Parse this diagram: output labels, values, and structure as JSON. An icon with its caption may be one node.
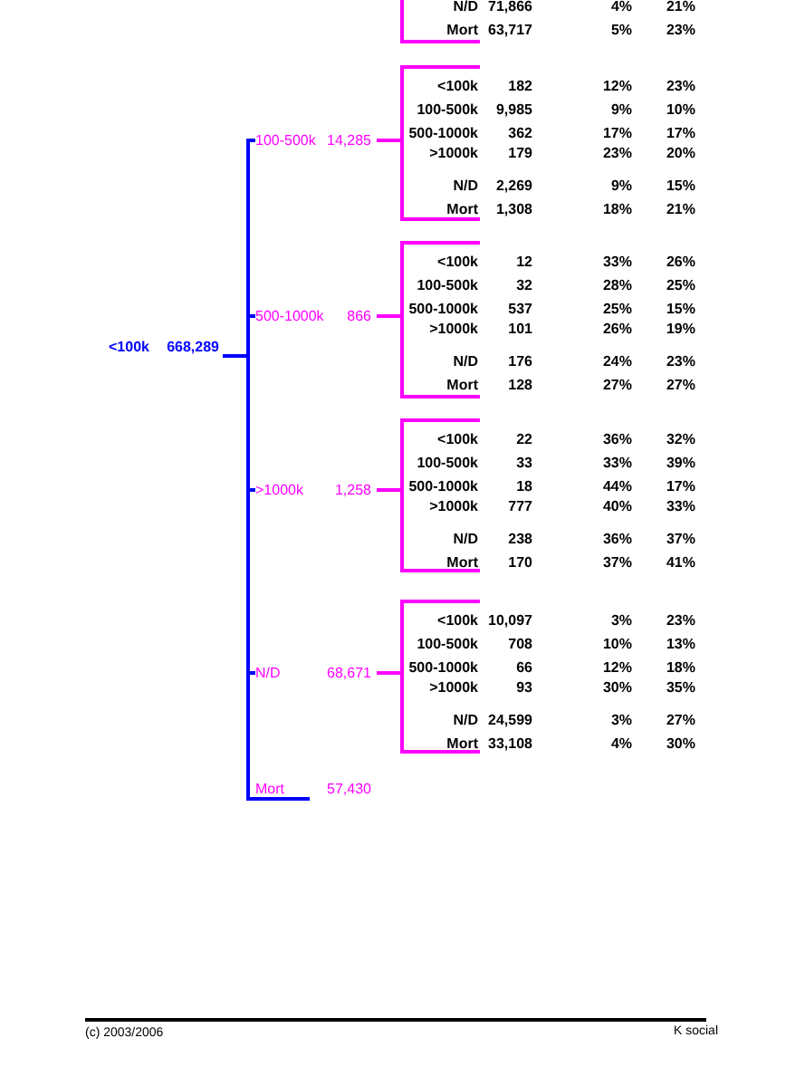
{
  "diagram": {
    "nodes": [
      {
        "text": [
          "<100k",
          "668,289"
        ]
      },
      {
        "text": [],
        "shape": "bracket"
      },
      {
        "text": [
          "N/D",
          "71,866",
          "4%",
          "21%"
        ],
        "in": 1
      },
      {
        "text": [
          "Mort",
          "63,717",
          "5%",
          "23%"
        ],
        "in": 1
      },
      {
        "text": [
          "100-500k",
          "14,285"
        ]
      },
      {
        "text": [],
        "shape": "bracket"
      },
      {
        "text": [
          "<100k",
          "182",
          "12%",
          "23%"
        ],
        "in": 5
      },
      {
        "text": [
          "100-500k",
          "9,985",
          "9%",
          "10%"
        ],
        "in": 5
      },
      {
        "text": [
          "500-1000k",
          "362",
          "17%",
          "17%"
        ],
        "in": 5
      },
      {
        "text": [
          ">1000k",
          "179",
          "23%",
          "20%"
        ],
        "in": 5
      },
      {
        "text": [
          "N/D",
          "2,269",
          "9%",
          "15%"
        ],
        "in": 5
      },
      {
        "text": [
          "Mort",
          "1,308",
          "18%",
          "21%"
        ],
        "in": 5
      },
      {
        "text": [
          "500-1000k",
          "866"
        ]
      },
      {
        "text": [],
        "shape": "bracket"
      },
      {
        "text": [
          "<100k",
          "12",
          "33%",
          "26%"
        ],
        "in": 13
      },
      {
        "text": [
          "100-500k",
          "32",
          "28%",
          "25%"
        ],
        "in": 13
      },
      {
        "text": [
          "500-1000k",
          "537",
          "25%",
          "15%"
        ],
        "in": 13
      },
      {
        "text": [
          ">1000k",
          "101",
          "26%",
          "19%"
        ],
        "in": 13
      },
      {
        "text": [
          "N/D",
          "176",
          "24%",
          "23%"
        ],
        "in": 13
      },
      {
        "text": [
          "Mort",
          "128",
          "27%",
          "27%"
        ],
        "in": 13
      },
      {
        "text": [
          ">1000k",
          "1,258"
        ]
      },
      {
        "text": [],
        "shape": "bracket"
      },
      {
        "text": [
          "<100k",
          "22",
          "36%",
          "32%"
        ],
        "in": 21
      },
      {
        "text": [
          "100-500k",
          "33",
          "33%",
          "39%"
        ],
        "in": 21
      },
      {
        "text": [
          "500-1000k",
          "18",
          "44%",
          "17%"
        ],
        "in": 21
      },
      {
        "text": [
          ">1000k",
          "777",
          "40%",
          "33%"
        ],
        "in": 21
      },
      {
        "text": [
          "N/D",
          "238",
          "36%",
          "37%"
        ],
        "in": 21
      },
      {
        "text": [
          "Mort",
          "170",
          "37%",
          "41%"
        ],
        "in": 21
      },
      {
        "text": [
          "N/D",
          "68,671"
        ]
      },
      {
        "text": [],
        "shape": "bracket"
      },
      {
        "text": [
          "<100k",
          "10,097",
          "3%",
          "23%"
        ],
        "in": 29
      },
      {
        "text": [
          "100-500k",
          "708",
          "10%",
          "13%"
        ],
        "in": 29
      },
      {
        "text": [
          "500-1000k",
          "66",
          "12%",
          "18%"
        ],
        "in": 29
      },
      {
        "text": [
          ">1000k",
          "93",
          "30%",
          "35%"
        ],
        "in": 29
      },
      {
        "text": [
          "N/D",
          "24,599",
          "3%",
          "27%"
        ],
        "in": 29
      },
      {
        "text": [
          "Mort",
          "33,108",
          "4%",
          "30%"
        ],
        "in": 29
      },
      {
        "text": [
          "Mort",
          "57,430"
        ]
      }
    ],
    "edges": [
      {
        "from": 0,
        "to": 4,
        "arrow": "none"
      },
      {
        "from": 0,
        "to": 12,
        "arrow": "none"
      },
      {
        "from": 0,
        "to": 20,
        "arrow": "none"
      },
      {
        "from": 0,
        "to": 28,
        "arrow": "none"
      },
      {
        "from": 0,
        "to": 36,
        "arrow": "none"
      },
      {
        "from": 4,
        "to": 5,
        "arrow": "none",
        "color": "#ff00ff"
      },
      {
        "from": 12,
        "to": 13,
        "arrow": "none",
        "color": "#ff00ff"
      },
      {
        "from": 20,
        "to": 21,
        "arrow": "none",
        "color": "#ff00ff"
      },
      {
        "from": 28,
        "to": 29,
        "arrow": "none",
        "color": "#ff00ff"
      }
    ],
    "labels": [
      "(c) 2003/2006",
      "K social"
    ]
  }
}
